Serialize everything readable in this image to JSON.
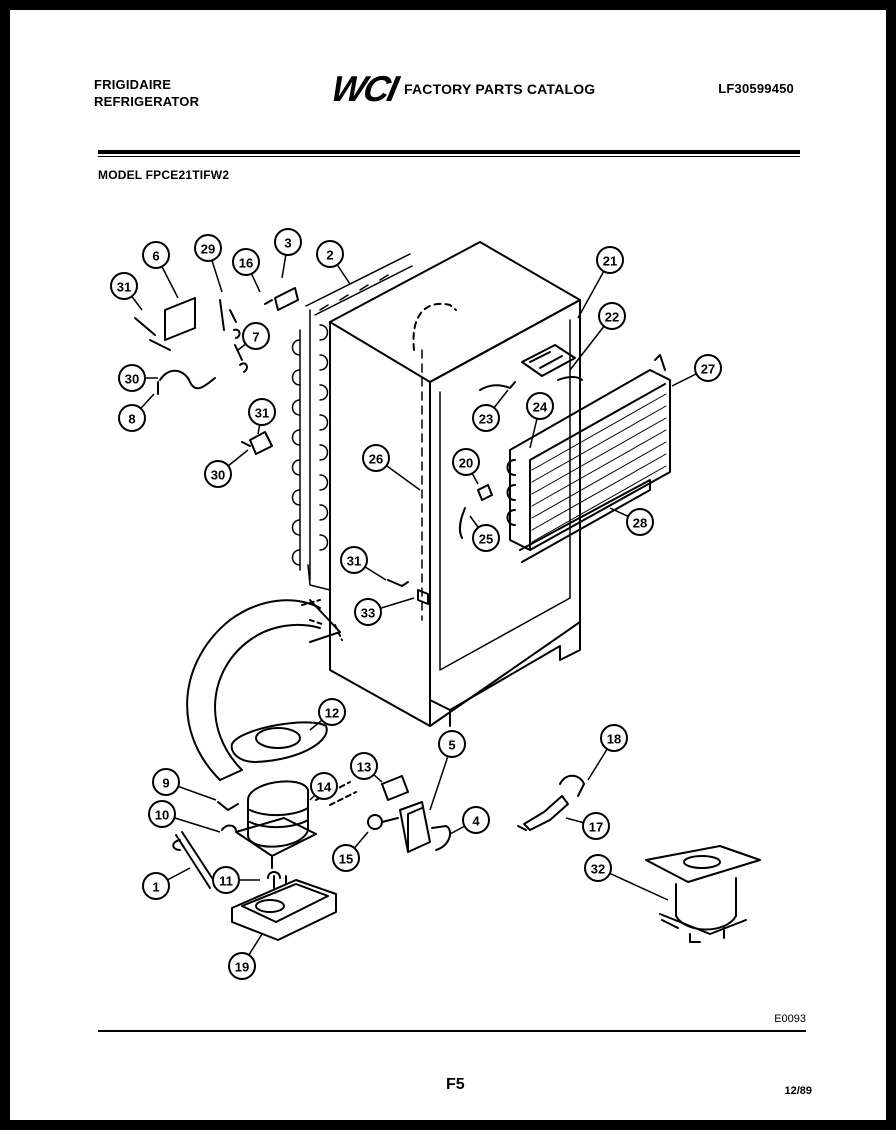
{
  "header": {
    "brand_line1": "FRIGIDAIRE",
    "brand_line2": "REFRIGERATOR",
    "logo_text": "WCI",
    "catalog_title": "FACTORY PARTS CATALOG",
    "part_number": "LF30599450",
    "model": "MODEL FPCE21TIFW2"
  },
  "callouts": [
    "6",
    "29",
    "16",
    "3",
    "2",
    "21",
    "31",
    "7",
    "22",
    "27",
    "30",
    "8",
    "31",
    "23",
    "24",
    "30",
    "26",
    "20",
    "25",
    "28",
    "31",
    "33",
    "12",
    "18",
    "9",
    "14",
    "13",
    "5",
    "10",
    "4",
    "17",
    "1",
    "11",
    "15",
    "32",
    "19"
  ],
  "footer": {
    "diagram_code": "E0093",
    "page": "F5",
    "date": "12/89"
  }
}
